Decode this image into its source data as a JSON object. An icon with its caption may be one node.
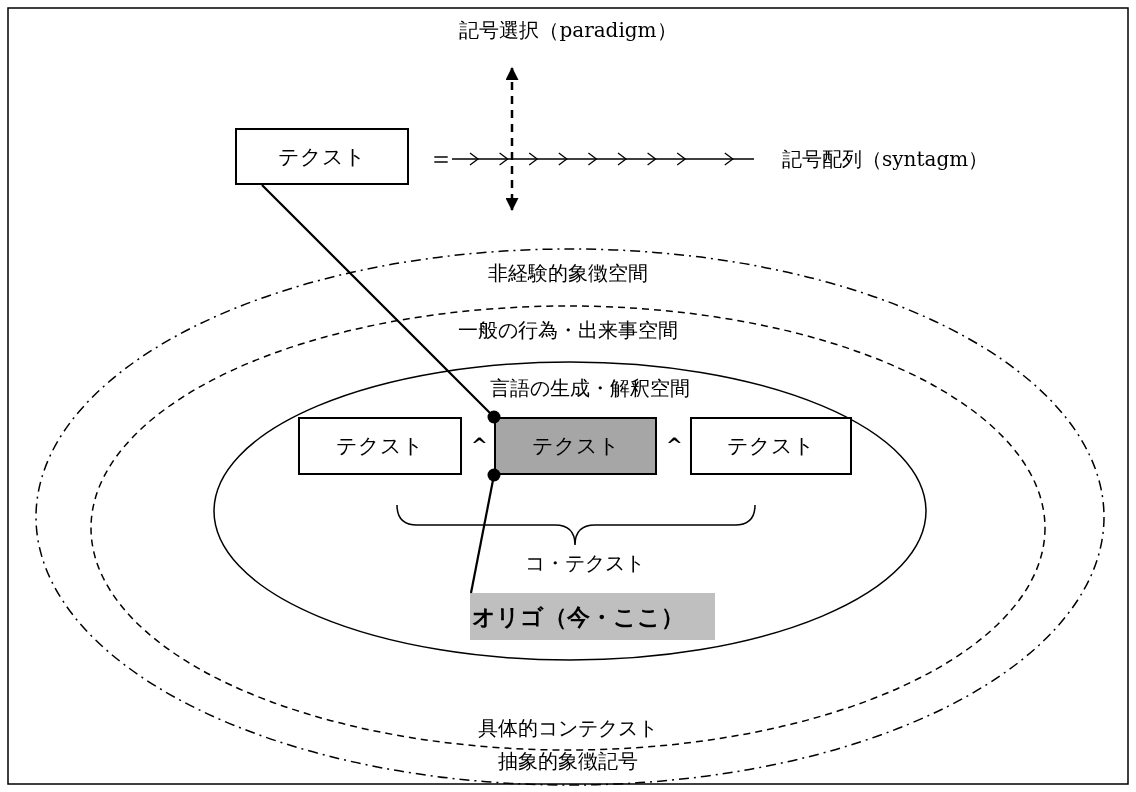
{
  "diagram": {
    "nodes": [
      {
        "text": [
          "非経験的象徴空間",
          "抽象的象徴記号"
        ]
      },
      {
        "text": [
          "一般の行為・出来事空間",
          "具体的コンテクスト"
        ],
        "in": 0
      },
      {
        "text": [
          "言語の生成・解釈空間"
        ],
        "in": 1
      },
      {
        "text": [
          "テクスト"
        ],
        "in": 2
      },
      {
        "text": [
          "テクスト"
        ],
        "in": 2
      },
      {
        "text": [
          "テクスト"
        ],
        "in": 2
      },
      {
        "text": [
          "オリゴ（今・ここ）"
        ],
        "in": 2
      },
      {
        "text": [
          "テクスト"
        ]
      }
    ],
    "edges": [
      {
        "from": 7,
        "to": 4,
        "arrow": "other"
      },
      {
        "from": 6,
        "to": 4,
        "arrow": "other"
      }
    ],
    "labels": [
      "記号選択（paradigm）",
      "＝",
      "記号配列（syntagm）",
      "^",
      "^",
      "コ・テクスト"
    ]
  }
}
